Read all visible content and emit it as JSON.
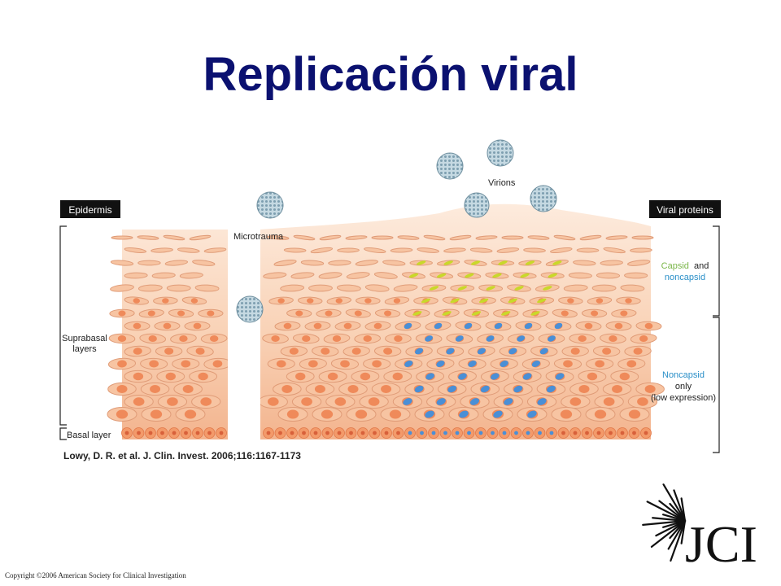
{
  "slide": {
    "title": "Replicación viral",
    "citation": "Lowy, D. R. et al. J. Clin. Invest. 2006;116:1167-1173",
    "copyright": "Copyright ©2006 American Society for Clinical Investigation",
    "logo_text": "JCI"
  },
  "diagram": {
    "left_header": "Epidermis",
    "right_header": "Viral proteins",
    "label_microtrauma": "Microtrauma",
    "label_virions": "Virions",
    "label_suprabasal_1": "Suprabasal",
    "label_suprabasal_2": "layers",
    "label_basal": "Basal layer",
    "capsid_word": "Capsid",
    "and_word": "and",
    "noncapsid_word": "noncapsid",
    "noncapsid_only_1": "Noncapsid",
    "noncapsid_only_2": "only",
    "noncapsid_only_3": "(low expression)"
  },
  "colors": {
    "title": "#0b1170",
    "header_bg": "#111111",
    "cell_fill": "#f7c4a2",
    "cell_stroke": "#e09c78",
    "nucleus": "#ef8a5a",
    "viral_blue": "#4a8fd6",
    "viral_yellow": "#c9d82a",
    "capsid_green": "#7ab648",
    "noncapsid_blue": "#2a8fc8",
    "virion": "#8fb3c4"
  }
}
